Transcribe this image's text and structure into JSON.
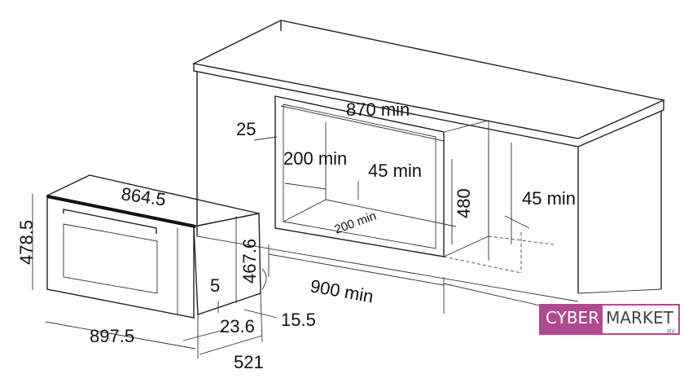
{
  "diagram": {
    "title": "Built-in oven installation dimensions",
    "oven_dimensions": {
      "width_top": "864.5",
      "height_front": "478.5",
      "height_body": "467.6",
      "bottom_offset": "5",
      "panel_depth": "23.6",
      "width_front": "897.5",
      "depth": "521"
    },
    "cabinet_dimensions": {
      "niche_width": "870 min",
      "top_gap": "25",
      "side_clearance": "200 min",
      "back_clearance": "45 min",
      "niche_height": "480",
      "bottom_depth": "200 min",
      "rear_vent": "45 min",
      "cabinet_width": "900 min",
      "front_offset": "15.5"
    }
  },
  "logo": {
    "part1": "CYBER",
    "part2": "MARKET",
    "suffix": ".BY"
  },
  "colors": {
    "brand": "#b04a8e",
    "line": "#222222"
  }
}
